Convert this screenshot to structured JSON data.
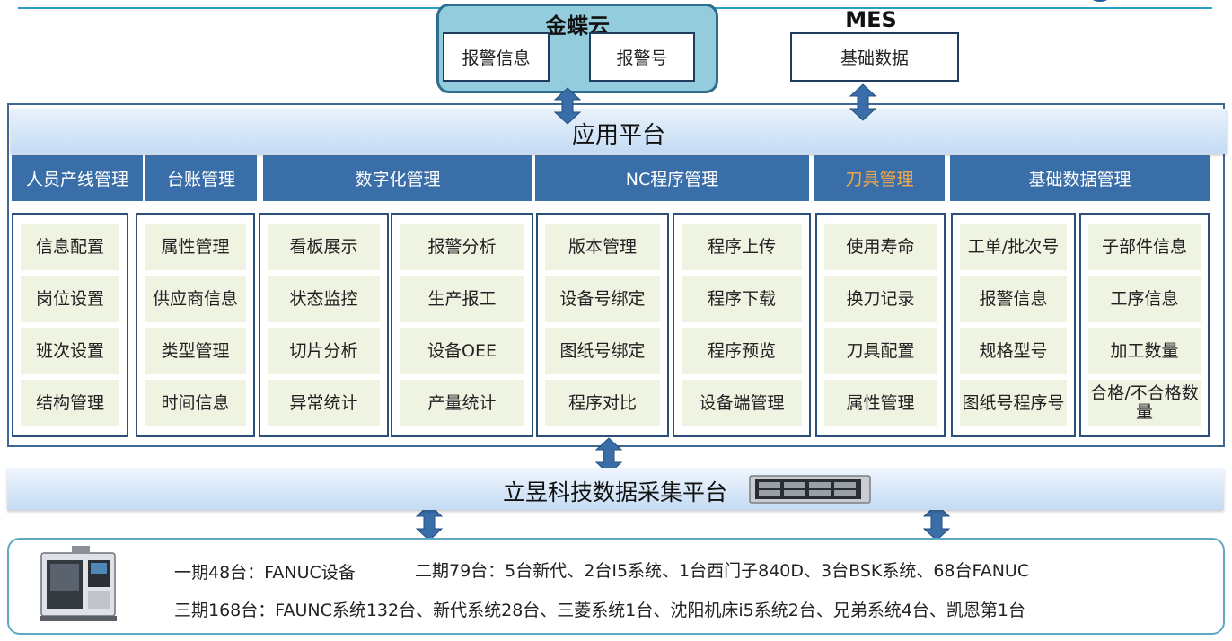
{
  "kingdee": {
    "title": "金蝶云",
    "items": [
      "报警信息",
      "报警号"
    ]
  },
  "mes": {
    "title": "MES",
    "item": "基础数据"
  },
  "app_platform": {
    "title": "应用平台",
    "categories": [
      "人员产线管理",
      "台账管理",
      "数字化管理",
      "NC程序管理",
      "刀具管理",
      "基础数据管理"
    ],
    "columns": [
      [
        "信息配置",
        "岗位设置",
        "班次设置",
        "结构管理"
      ],
      [
        "属性管理",
        "供应商信息",
        "类型管理",
        "时间信息"
      ],
      [
        "看板展示",
        "状态监控",
        "切片分析",
        "异常统计"
      ],
      [
        "报警分析",
        "生产报工",
        "设备OEE",
        "产量统计"
      ],
      [
        "版本管理",
        "设备号绑定",
        "图纸号绑定",
        "程序对比"
      ],
      [
        "程序上传",
        "程序下载",
        "程序预览",
        "设备端管理"
      ],
      [
        "使用寿命",
        "换刀记录",
        "刀具配置",
        "属性管理"
      ],
      [
        "工单/批次号",
        "报警信息",
        "规格型号",
        "图纸号程序号"
      ],
      [
        "子部件信息",
        "工序信息",
        "加工数量",
        "合格/不合格数量"
      ]
    ]
  },
  "collect_platform": {
    "title": "立昱科技数据采集平台"
  },
  "machines": {
    "phase1": "一期48台：FANUC设备",
    "phase2": "二期79台：5台新代、2台I5系统、1台西门子840D、3台BSK系统、68台FANUC",
    "phase3": "三期168台：FAUNC系统132台、新代系统28台、三菱系统1台、沈阳机床i5系统2台、兄弟系统4台、凯恩第1台"
  },
  "colors": {
    "category_bg": "#3a6ea8",
    "blade_text": "#f6a94a",
    "cell_bg": "#eef3e2",
    "kingdee_bg": "#93cddd",
    "arrow": "#3a6ea8"
  },
  "icons": [
    "double-arrow-icon",
    "server-icon",
    "cnc-machine-icon"
  ]
}
